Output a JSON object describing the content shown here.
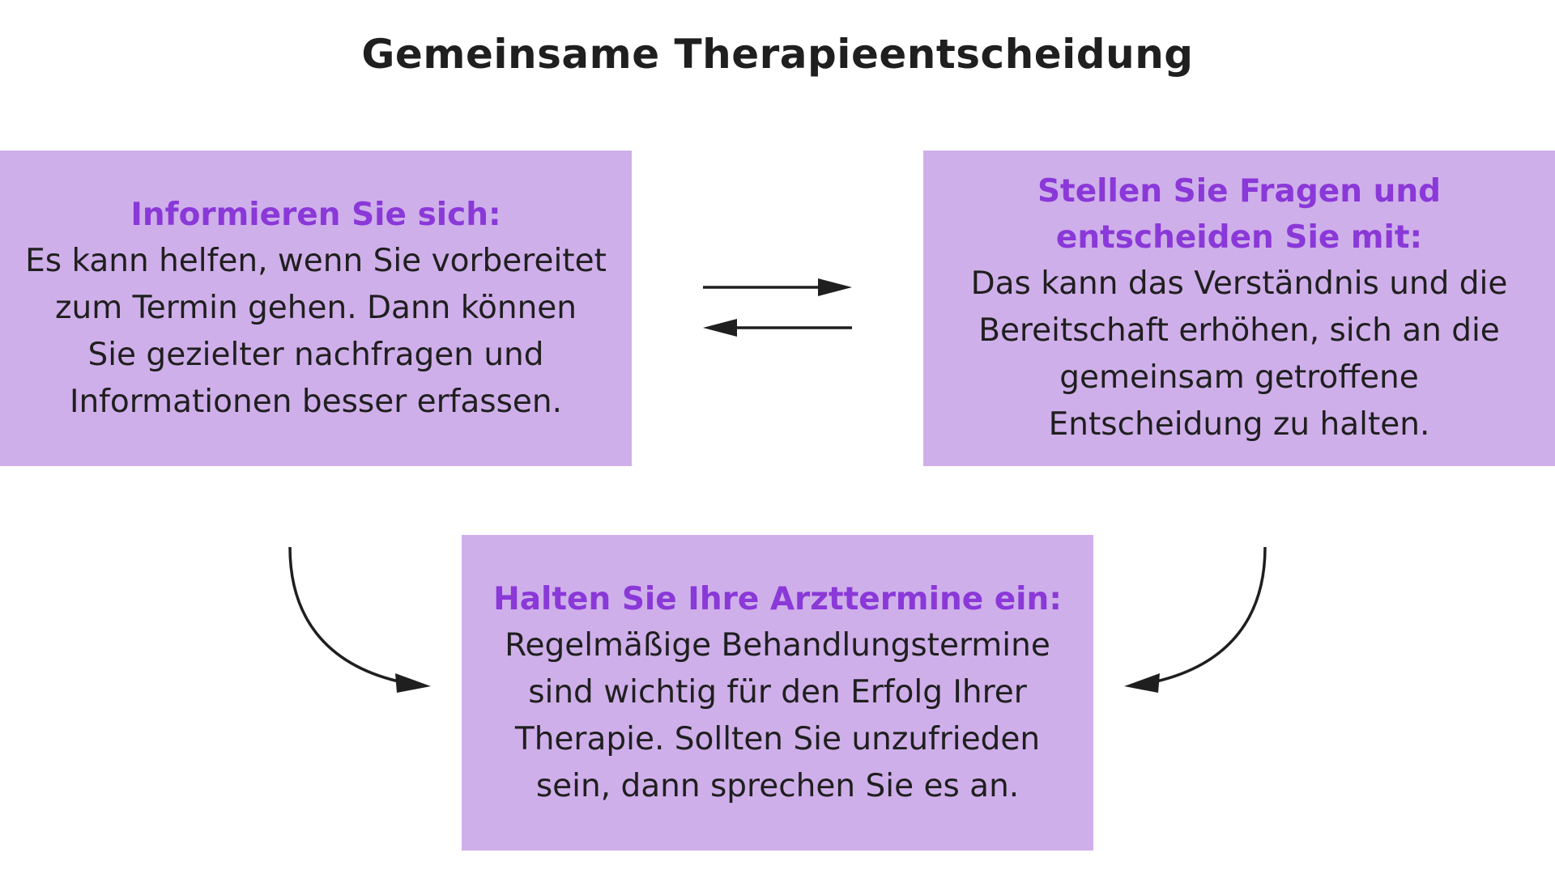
{
  "title": "Gemeinsame Therapieentscheidung",
  "boxes": {
    "left": {
      "heading": "Informieren Sie sich:",
      "lines": [
        "Es kann helfen, wenn Sie vorbereitet",
        "zum Termin gehen. Dann können",
        "Sie gezielter nachfragen und",
        "Informationen besser erfassen."
      ]
    },
    "right": {
      "heading_lines": [
        "Stellen Sie Fragen und",
        "entscheiden Sie mit:"
      ],
      "lines": [
        "Das kann das Verständnis und die",
        "Bereitschaft erhöhen, sich an die",
        "gemeinsam getroffene",
        "Entscheidung zu halten."
      ]
    },
    "bottom": {
      "heading": "Halten Sie Ihre Arzttermine ein:",
      "lines": [
        "Regelmäßige Behandlungstermine",
        "sind wichtig für den Erfolg Ihrer",
        "Therapie. Sollten Sie unzufrieden",
        "sein, dann sprechen Sie es an."
      ]
    }
  },
  "colors": {
    "box_fill": "#cfafea",
    "heading": "#8a38d8",
    "text": "#1f1f1f",
    "arrow": "#1f1f1f"
  }
}
